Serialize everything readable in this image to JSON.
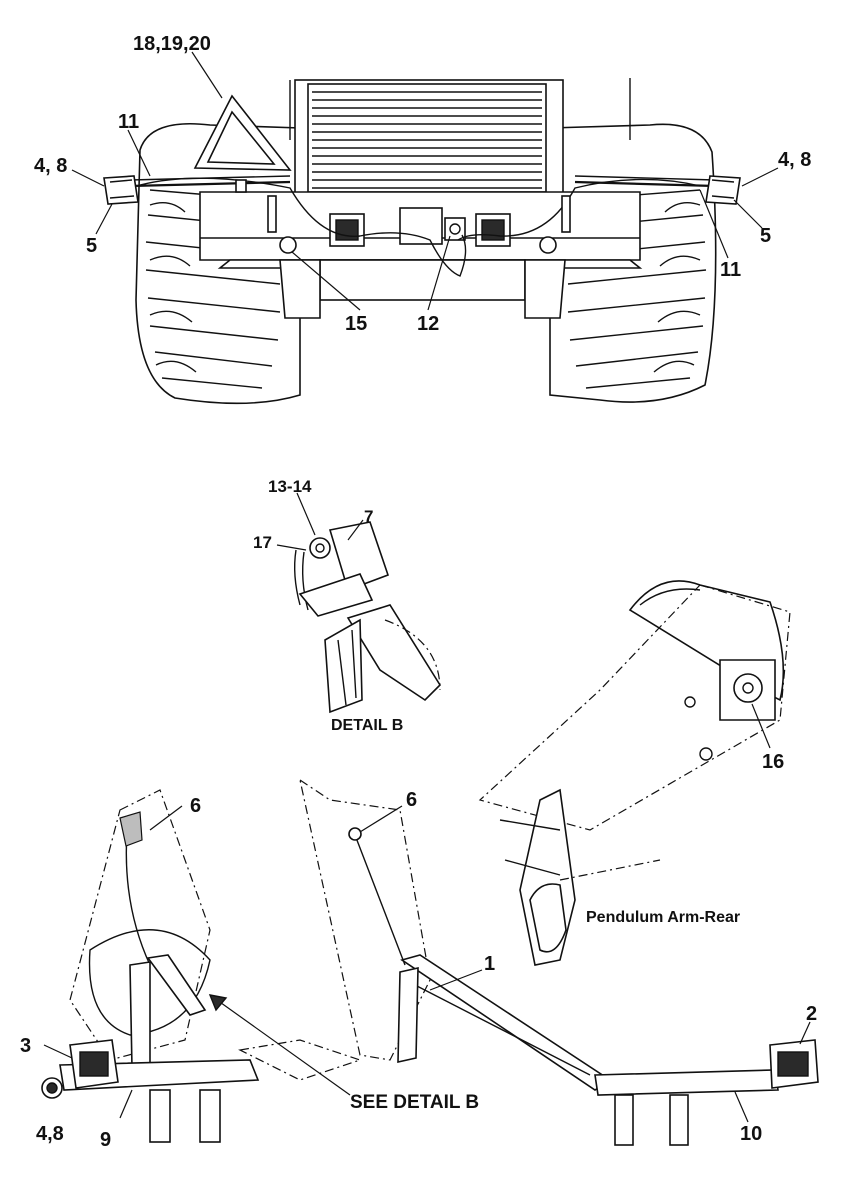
{
  "callouts": {
    "c18_19_20": "18,19,20",
    "c11_left": "11",
    "c4_8_left_top": "4, 8",
    "c5_left": "5",
    "c15": "15",
    "c12": "12",
    "c4_8_right_top": "4, 8",
    "c5_right": "5",
    "c11_right": "11",
    "c13_14": "13-14",
    "c7": "7",
    "c17": "17",
    "c16": "16",
    "c6_left": "6",
    "c6_right": "6",
    "c1": "1",
    "c2": "2",
    "c3": "3",
    "c4_8_bottom": "4,8",
    "c9": "9",
    "c10": "10"
  },
  "captions": {
    "detail_b": "DETAIL B",
    "pendulum_arm": "Pendulum Arm-Rear",
    "see_detail_b": "SEE DETAIL B"
  }
}
